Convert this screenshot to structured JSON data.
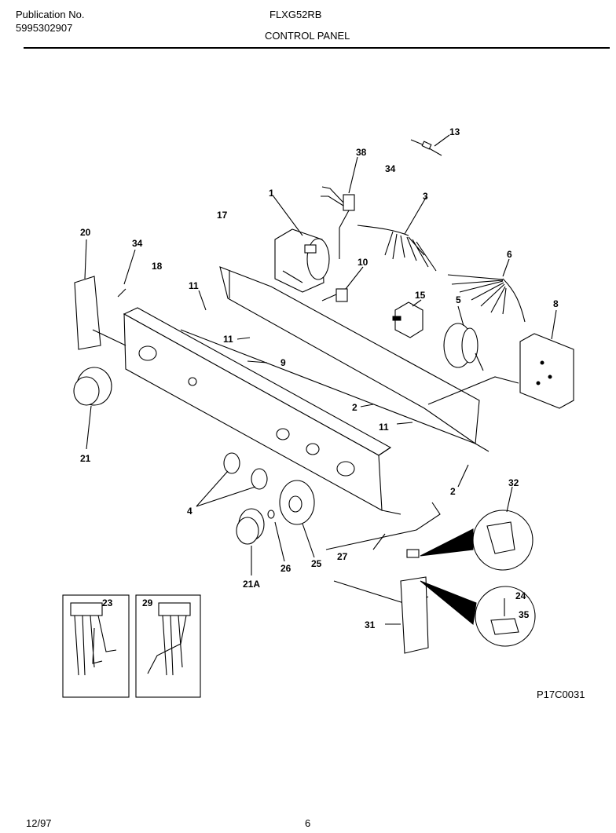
{
  "header": {
    "publication_label": "Publication No.",
    "publication_number": "5995302907",
    "model": "FLXG52RB",
    "section": "CONTROL PANEL"
  },
  "footer": {
    "date": "12/97",
    "page": "6"
  },
  "diagram_code": "P17C0031",
  "parts": {
    "p1": "1",
    "p2a": "2",
    "p2b": "2",
    "p3": "3",
    "p4": "4",
    "p5": "5",
    "p6": "6",
    "p8": "8",
    "p9": "9",
    "p10": "10",
    "p11a": "11",
    "p11b": "11",
    "p11c": "11",
    "p13": "13",
    "p15": "15",
    "p17": "17",
    "p18": "18",
    "p20": "20",
    "p21": "21",
    "p21a": "21A",
    "p23": "23",
    "p24": "24",
    "p25": "25",
    "p26": "26",
    "p27": "27",
    "p29": "29",
    "p31": "31",
    "p32": "32",
    "p34a": "34",
    "p34b": "34",
    "p35": "35",
    "p38": "38"
  }
}
